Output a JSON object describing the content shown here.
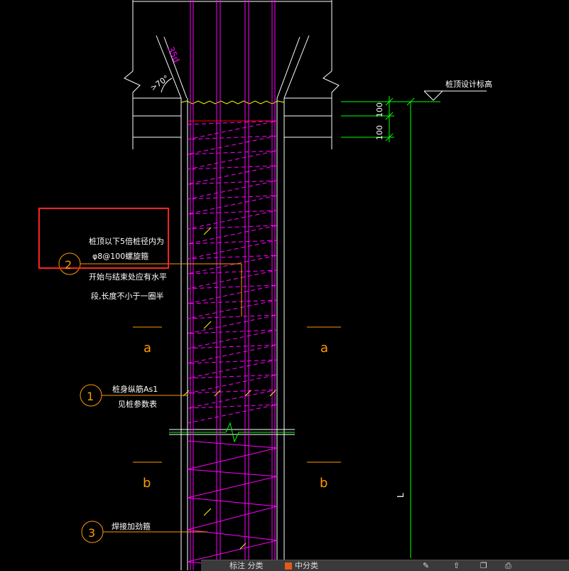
{
  "labels": {
    "angle_35d": "35d",
    "angle_70": ">70°",
    "pile_top_elevation": "桩顶设计标高",
    "dim_100_upper": "100",
    "dim_100_lower": "100",
    "note2_line1": "桩顶以下5倍桩径内为",
    "note2_line2": "φ8@100螺旋箍",
    "note2_line3": "开始与结束处应有水平",
    "note2_line4": "段,长度不小于一圈半",
    "callout_2": "2",
    "section_a_left": "a",
    "section_a_right": "a",
    "note1_line1": "桩身纵筋As1",
    "note1_line2": "见桩参数表",
    "callout_1": "1",
    "section_b_left": "b",
    "section_b_right": "b",
    "length_L": "L",
    "callout_3": "3",
    "note3": "焊接加劲箍"
  },
  "colors": {
    "background": "#000000",
    "outline": "#ffffff",
    "rebar": "#ff00ff",
    "dimension": "#00ff00",
    "annotation": "#ff9900",
    "note_text": "#ffffff",
    "highlight_box": "#ff2222",
    "pile_top": "#ffff00",
    "top_bar": "#ff0000"
  },
  "statusbar": {
    "item_left": "标注 分类",
    "item_middle": "中分类",
    "icons": [
      "pen-icon",
      "arrow-icon",
      "layers-icon",
      "print-icon"
    ]
  }
}
